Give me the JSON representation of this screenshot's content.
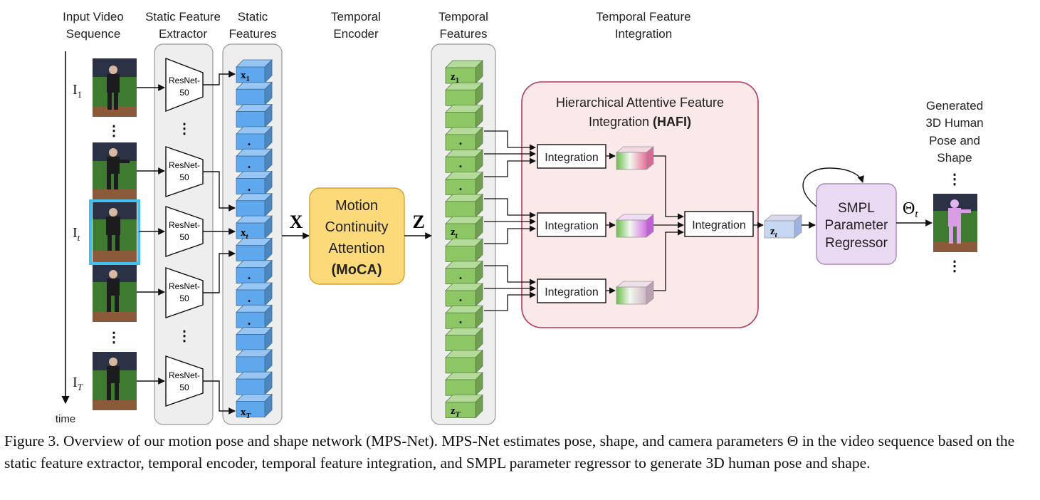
{
  "headers": {
    "input_l1": "Input Video",
    "input_l2": "Sequence",
    "extractor_l1": "Static Feature",
    "extractor_l2": "Extractor",
    "static_l1": "Static",
    "static_l2": "Features",
    "encoder_l1": "Temporal",
    "encoder_l2": "Encoder",
    "tfeat_l1": "Temporal",
    "tfeat_l2": "Features",
    "tfi_l1": "Temporal Feature",
    "tfi_l2": "Integration",
    "gen_l1": "Generated",
    "gen_l2": "3D Human",
    "gen_l3": "Pose and",
    "gen_l4": "Shape"
  },
  "frames": {
    "i1": "I",
    "i1_sub": "1",
    "it": "I",
    "it_sub": "t",
    "iT": "I",
    "iT_sub": "T",
    "dots": "⋮"
  },
  "time_label": "time",
  "resnet": {
    "l1": "ResNet-",
    "l2": "50"
  },
  "static_labels": {
    "x1": "x",
    "x1_sub": "1",
    "xt": "x",
    "xt_sub": "t",
    "xT": "x",
    "xT_sub": "T",
    "dot": "."
  },
  "x_symbol": "X",
  "moca": {
    "l1": "Motion",
    "l2": "Continuity",
    "l3": "Attention",
    "l4": "(MoCA)"
  },
  "z_symbol": "Z",
  "temporal_labels": {
    "z1": "z",
    "z1_sub": "1",
    "zt": "z",
    "zt_sub": "t",
    "zT": "z",
    "zT_sub": "T",
    "dot": "."
  },
  "hafi": {
    "l1": "Hierarchical Attentive Feature",
    "l2a": "Integration ",
    "l2b": "(HAFI)"
  },
  "integration": "Integration",
  "zt_out": {
    "z": "z",
    "sub": "t"
  },
  "smpl": {
    "l1": "SMPL",
    "l2": "Parameter",
    "l3": "Regressor"
  },
  "theta": {
    "sym": "Θ",
    "sub": "t"
  },
  "caption": "Figure 3.  Overview of our motion pose and shape network (MPS-Net).  MPS-Net estimates pose, shape, and camera parameters Θ in the video sequence based on the static feature extractor, temporal encoder, temporal feature integration, and SMPL parameter regressor to generate 3D human pose and shape.",
  "colors": {
    "static_cube": "#5fa8ee",
    "temporal_cube": "#8dc765",
    "moca_fill": "#fcd979",
    "hafi_fill": "#fbe9ea",
    "hafi_border": "#b8365c",
    "smpl_fill": "#ead9f2",
    "column_bg": "#eeeeee",
    "frame_highlight": "#41bff0"
  }
}
